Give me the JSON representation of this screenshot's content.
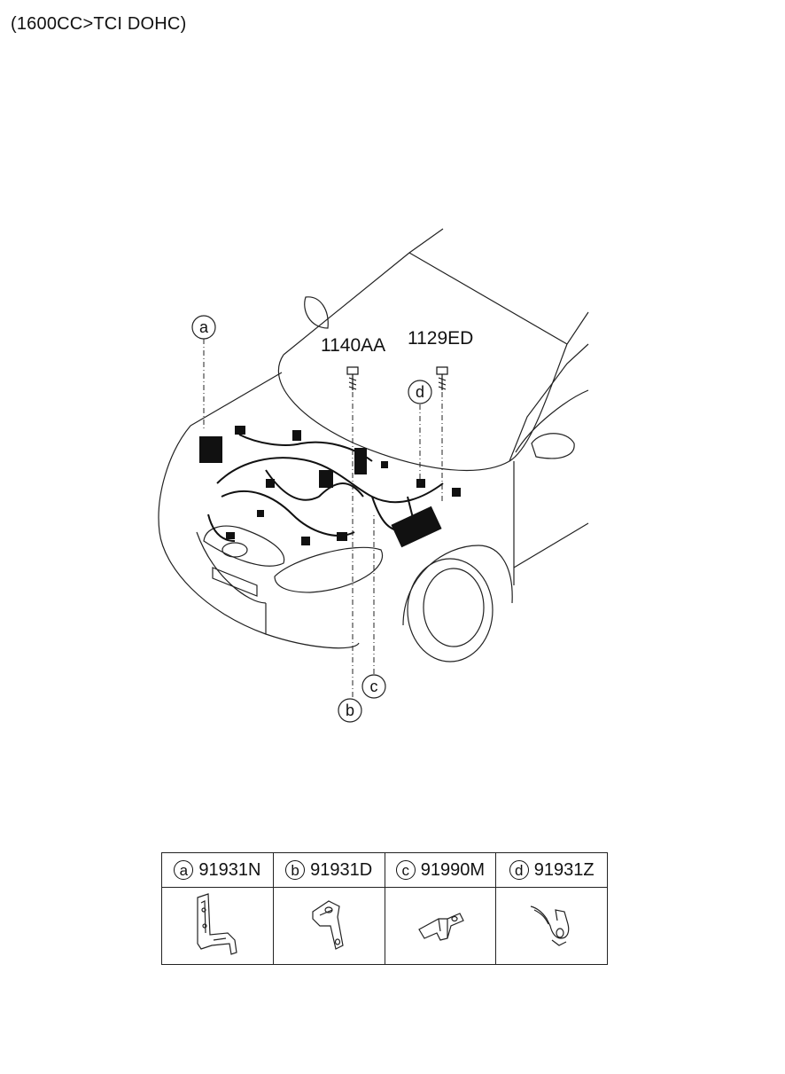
{
  "header": {
    "title": "(1600CC>TCI DOHC)"
  },
  "callouts": {
    "a": "a",
    "b": "b",
    "c": "c",
    "d": "d",
    "bolt_1": "1140AA",
    "bolt_2": "1129ED"
  },
  "parts": [
    {
      "letter": "a",
      "part_no": "91931N"
    },
    {
      "letter": "b",
      "part_no": "91931D"
    },
    {
      "letter": "c",
      "part_no": "91990M"
    },
    {
      "letter": "d",
      "part_no": "91931Z"
    }
  ]
}
